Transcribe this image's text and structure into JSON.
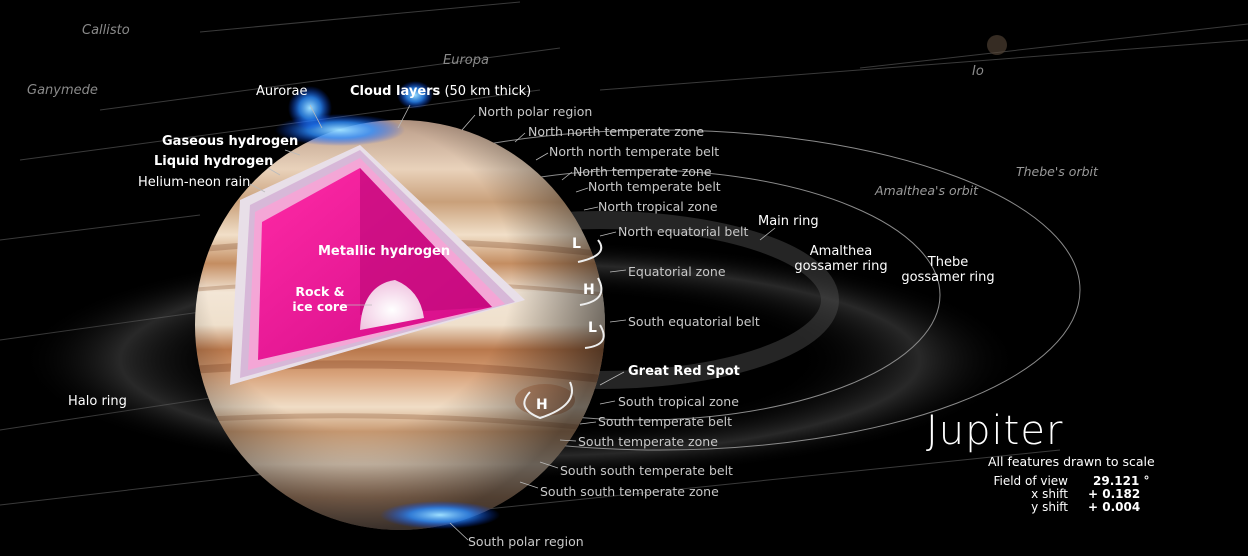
{
  "title": "Jupiter",
  "subtitle": "All features drawn to scale",
  "stats": [
    {
      "label": "Field of view",
      "value": "29.121 °"
    },
    {
      "label": "x shift",
      "value": "+ 0.182"
    },
    {
      "label": "y shift",
      "value": "+ 0.004"
    }
  ],
  "moons": {
    "callisto": "Callisto",
    "ganymede": "Ganymede",
    "europa": "Europa",
    "io": "Io"
  },
  "orbits": {
    "amalthea": "Amalthea's orbit",
    "thebe": "Thebe's orbit"
  },
  "rings": {
    "main": "Main ring",
    "amalthea_line1": "Amalthea",
    "amalthea_line2": "gossamer ring",
    "thebe_line1": "Thebe",
    "thebe_line2": "gossamer ring",
    "halo": "Halo ring"
  },
  "interior": {
    "aurorae": "Aurorae",
    "cloud_layers": "Cloud layers",
    "cloud_layers_note": "(50 km thick)",
    "gaseous_hydrogen": "Gaseous hydrogen",
    "liquid_hydrogen": "Liquid hydrogen",
    "helium_neon_rain": "Helium-neon rain",
    "metallic_hydrogen": "Metallic hydrogen",
    "core_line1": "Rock &",
    "core_line2": "ice core"
  },
  "bands": {
    "north_polar_region": "North polar region",
    "nn_temperate_zone": "North north temperate zone",
    "nn_temperate_belt": "North north temperate belt",
    "n_temperate_zone": "North temperate zone",
    "n_temperate_belt": "North temperate belt",
    "n_tropical_zone": "North tropical zone",
    "n_equatorial_belt": "North equatorial belt",
    "equatorial_zone": "Equatorial zone",
    "s_equatorial_belt": "South equatorial belt",
    "great_red_spot": "Great Red Spot",
    "s_tropical_zone": "South tropical zone",
    "s_temperate_belt": "South temperate belt",
    "s_temperate_zone": "South temperate zone",
    "ss_temperate_belt": "South south temperate belt",
    "ss_temperate_zone": "South south temperate zone",
    "south_polar_region": "South polar region"
  },
  "pressure_markers": {
    "l1": "L",
    "h1": "H",
    "l2": "L",
    "h2": "H"
  }
}
